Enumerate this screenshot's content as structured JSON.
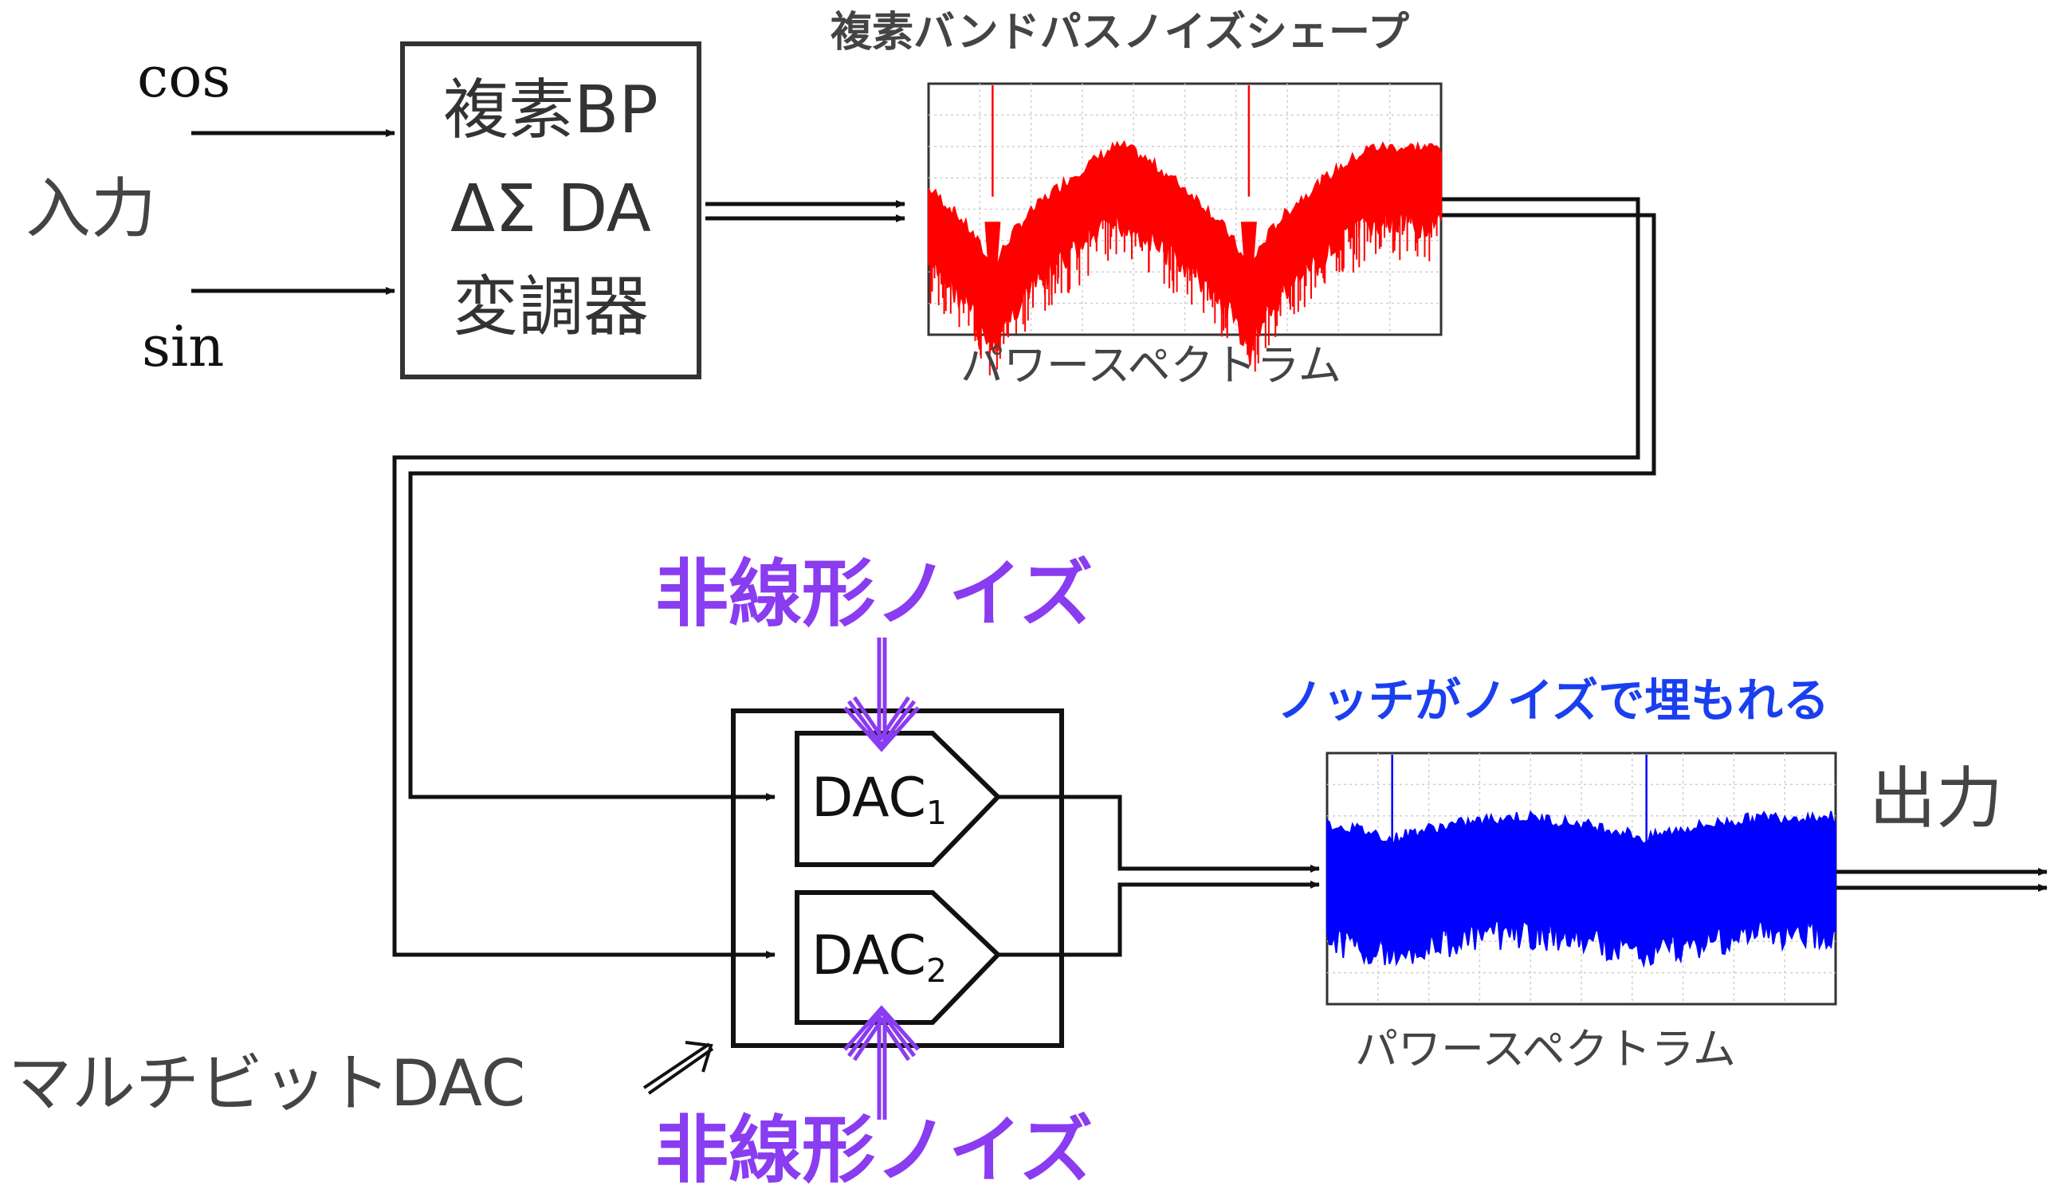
{
  "inputs": {
    "cos": "cos",
    "input": "入力",
    "sin": "sin"
  },
  "modulator": {
    "line1": "複素BP",
    "line2": "ΔΣ DA",
    "line3": "変調器"
  },
  "spectrum_top": {
    "title": "複素バンドパスノイズシェープ",
    "xlabel": "パワースペクトラム",
    "color": "#ff0000"
  },
  "nonlinear_noise_top": "非線形ノイズ",
  "nonlinear_noise_bottom": "非線形ノイズ",
  "dac1": {
    "name": "DAC",
    "sub": "1"
  },
  "dac2": {
    "name": "DAC",
    "sub": "2"
  },
  "multibit_dac": "マルチビットDAC",
  "spectrum_bottom": {
    "title": "ノッチがノイズで埋もれる",
    "xlabel": "パワースペクトラム",
    "color": "#0000ff"
  },
  "output": "出力",
  "colors": {
    "nonlinear": "#8a3cf0",
    "annotation_blue": "#1a3ff0",
    "line": "#111111"
  }
}
